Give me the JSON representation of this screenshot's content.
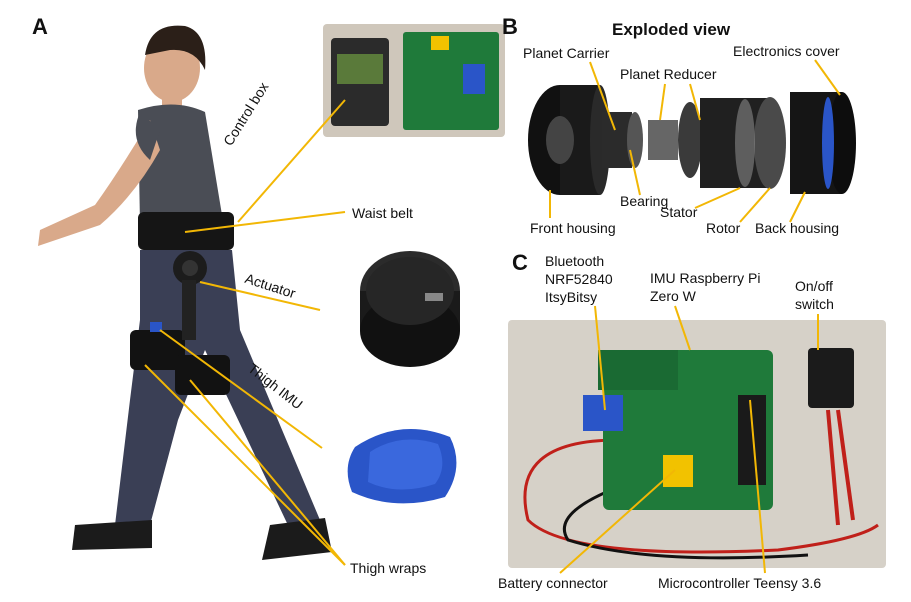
{
  "panel_a": {
    "letter": "A",
    "labels": {
      "control_box": "Control box",
      "waist_belt": "Waist belt",
      "actuator": "Actuator",
      "thigh_imu": "Thigh IMU",
      "thigh_wraps": "Thigh wraps"
    }
  },
  "panel_b": {
    "letter": "B",
    "title": "Exploded view",
    "labels": {
      "planet_carrier": "Planet Carrier",
      "planet_reducer": "Planet Reducer",
      "electronics_cover": "Electronics cover",
      "bearing": "Bearing",
      "front_housing": "Front housing",
      "stator": "Stator",
      "rotor": "Rotor",
      "back_housing": "Back housing"
    }
  },
  "panel_c": {
    "letter": "C",
    "labels": {
      "bluetooth_1": "Bluetooth",
      "bluetooth_2": "NRF52840",
      "bluetooth_3": "ItsyBitsy",
      "imu_1": "IMU Raspberry Pi",
      "imu_2": "Zero W",
      "switch_1": "On/off",
      "switch_2": "switch",
      "battery_connector": "Battery connector",
      "microcontroller": "Microcontroller Teensy 3.6"
    }
  },
  "colors": {
    "leader_line": "#f2b705",
    "pcb_green": "#1f7a3a",
    "actuator_black": "#1a1a1a",
    "imu_blue": "#2a55c8"
  }
}
